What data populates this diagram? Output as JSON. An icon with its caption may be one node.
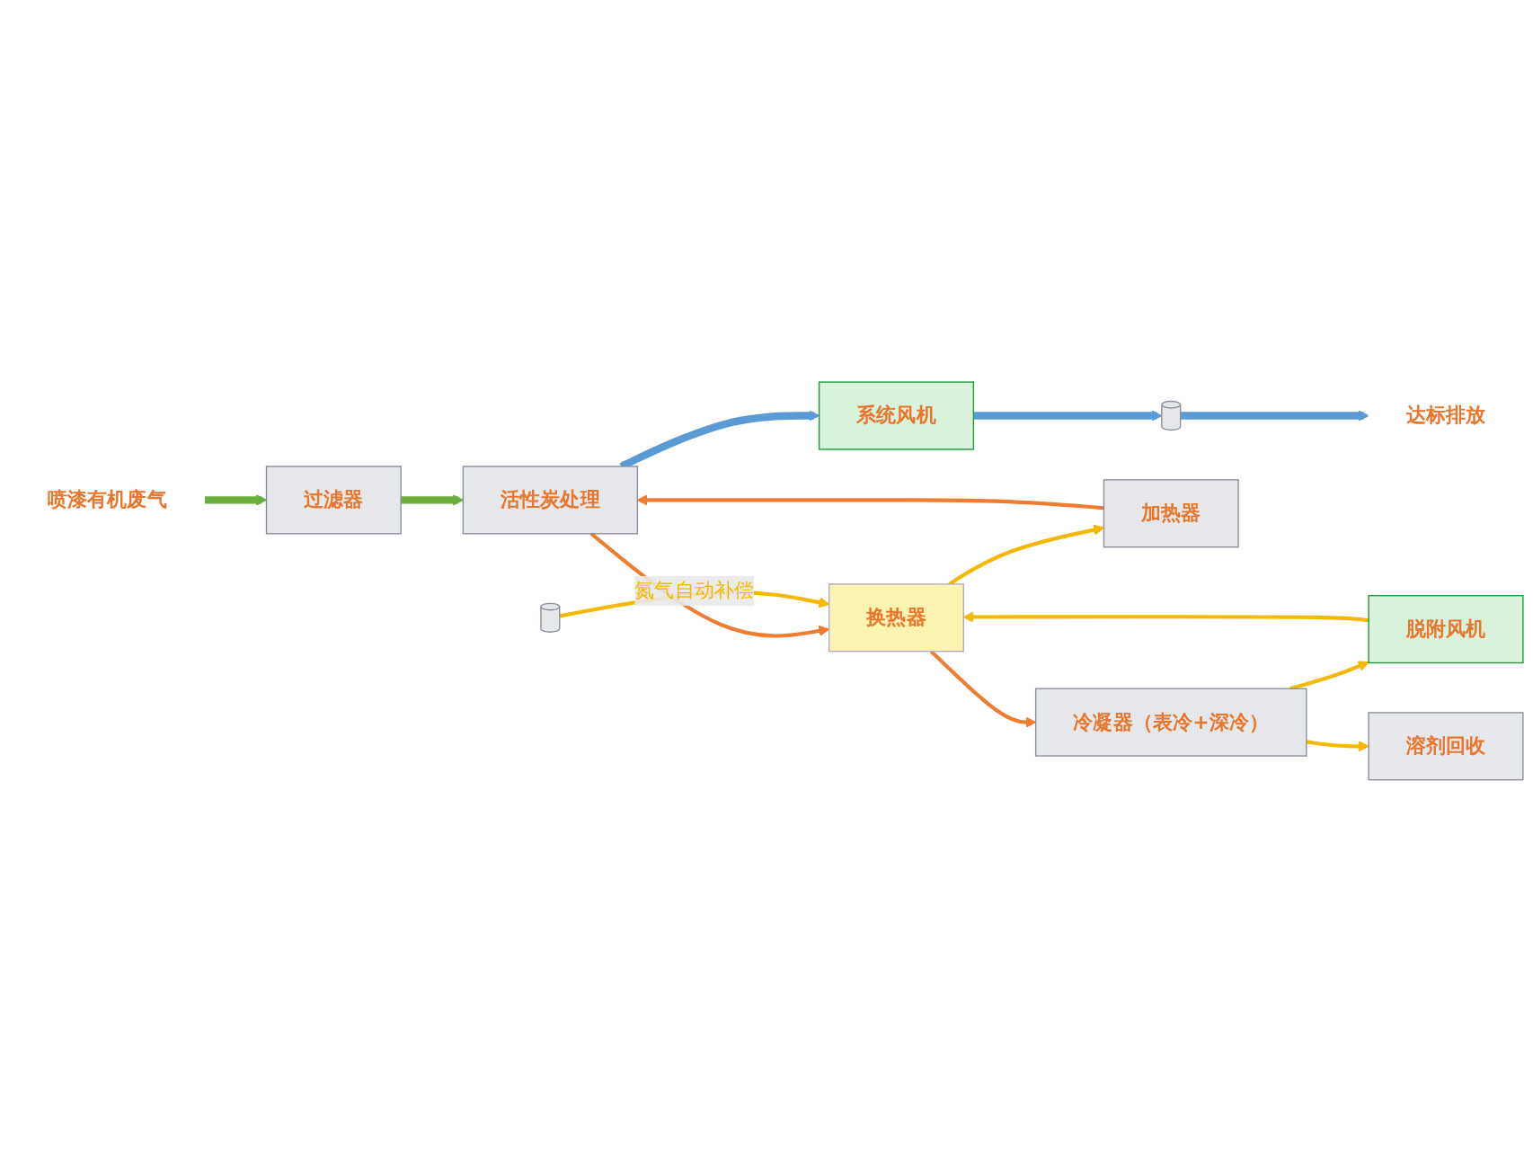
{
  "diagram": {
    "nodes": [
      {
        "text": [
          "喷漆有机废气"
        ]
      },
      {
        "text": [
          "过滤器"
        ]
      },
      {
        "text": [
          "活性炭处理"
        ]
      },
      {
        "text": [
          "系统风机"
        ]
      },
      {
        "text": [],
        "shape": "cylinder"
      },
      {
        "text": [
          "达标排放"
        ]
      },
      {
        "text": [],
        "shape": "cylinder"
      },
      {
        "text": [
          "换热器"
        ]
      },
      {
        "text": [
          "加热器"
        ]
      },
      {
        "text": [
          "冷凝器（表冷+深冷）"
        ]
      },
      {
        "text": [
          "脱附风机"
        ]
      },
      {
        "text": [
          "溶剂回收"
        ]
      }
    ],
    "edges": [
      {
        "from": 0,
        "to": 1,
        "arrow": "to",
        "style": "thick",
        "color": "#6aaf3d"
      },
      {
        "from": 1,
        "to": 2,
        "arrow": "to",
        "style": "thick",
        "color": "#6aaf3d"
      },
      {
        "from": 2,
        "to": 3,
        "arrow": "to",
        "style": "thick",
        "color": "#5b9bd5"
      },
      {
        "from": 3,
        "to": 4,
        "arrow": "to",
        "style": "thick",
        "color": "#5b9bd5"
      },
      {
        "from": 4,
        "to": 5,
        "arrow": "to",
        "style": "thick",
        "color": "#5b9bd5"
      },
      {
        "from": 2,
        "to": 7,
        "arrow": "to",
        "color": "#ed7d31"
      },
      {
        "from": 7,
        "to": 9,
        "arrow": "to",
        "color": "#ed7d31"
      },
      {
        "from": 9,
        "to": 10,
        "arrow": "to"
      },
      {
        "from": 10,
        "to": 7,
        "arrow": "to"
      },
      {
        "from": 6,
        "to": 7,
        "label": "氮气自动补偿",
        "arrow": "to"
      },
      {
        "from": 7,
        "to": 8,
        "arrow": "to"
      },
      {
        "from": 8,
        "to": 2,
        "arrow": "to",
        "color": "#ed7d31"
      },
      {
        "from": 9,
        "to": 11,
        "arrow": "to"
      }
    ]
  }
}
